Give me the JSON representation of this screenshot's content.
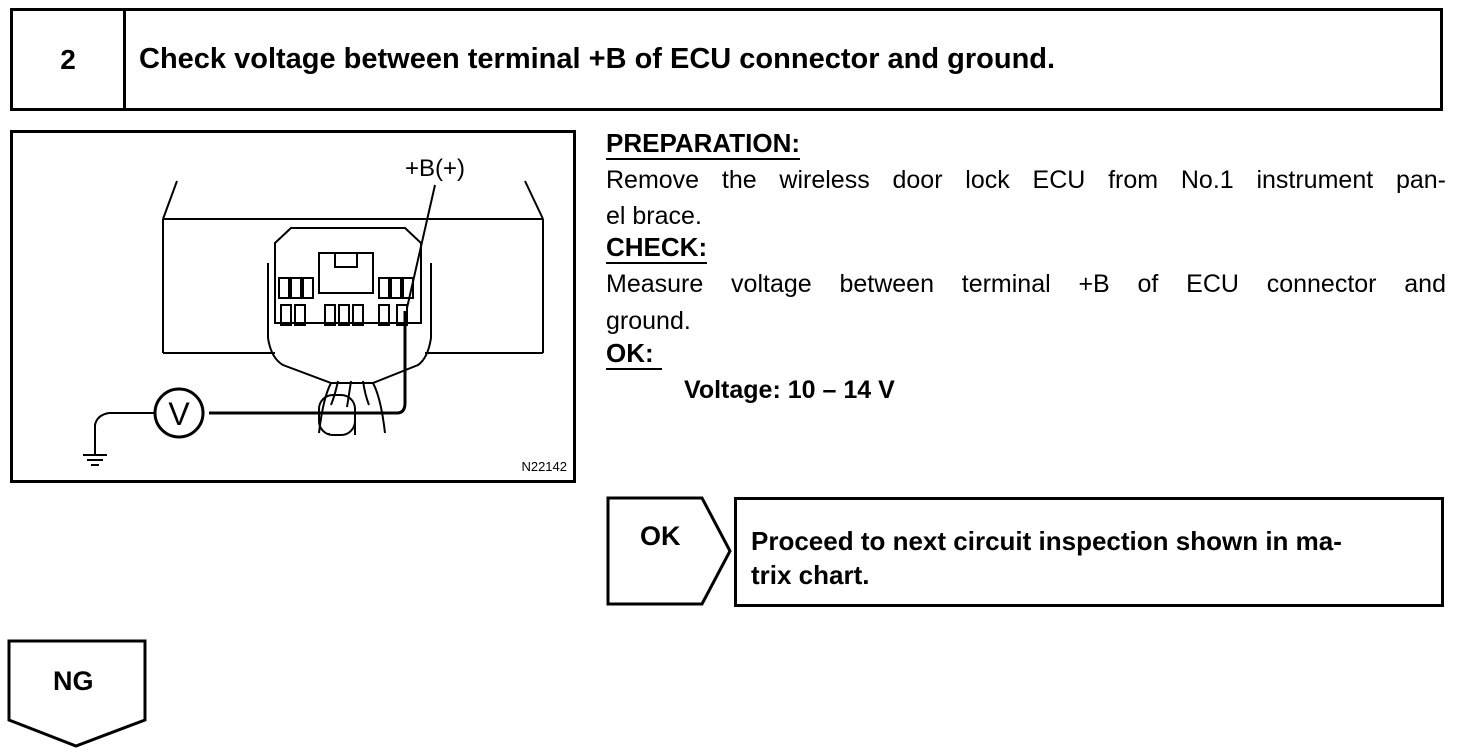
{
  "header": {
    "step_number": "2",
    "title": "Check voltage between terminal +B of ECU connector and ground."
  },
  "figure": {
    "terminal_label": "+B(+)",
    "meter_symbol": "V",
    "figure_code": "N22142"
  },
  "preparation": {
    "title": "PREPARATION:",
    "line1": "Remove the wireless door lock ECU from No.1 instrument pan-",
    "line2": "el brace."
  },
  "check": {
    "title": "CHECK:",
    "line1": "Measure voltage between terminal +B of ECU connector and",
    "line2": "ground."
  },
  "ok_spec": {
    "title": "OK:",
    "value": "Voltage: 10 – 14 V"
  },
  "ok_branch": {
    "label": "OK",
    "line1": "Proceed to next circuit inspection shown in ma-",
    "line2": "trix chart."
  },
  "ng_branch": {
    "label": "NG"
  }
}
